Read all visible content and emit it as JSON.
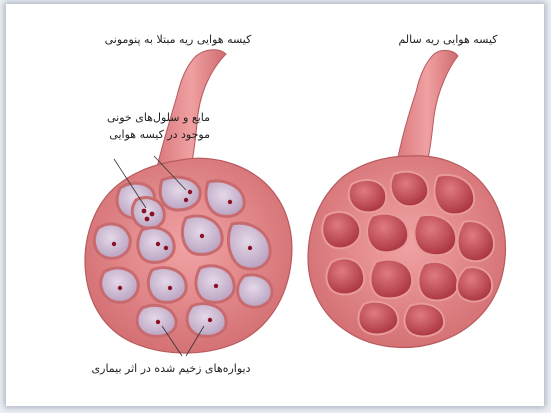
{
  "labels": {
    "diseased_title": "کیسه هوایی ریه مبتلا به پنومونی",
    "healthy_title": "کیسه هوایی ریه سالم",
    "fluid_line1": "مایع و سلول‌های خونی",
    "fluid_line2": "موجود در کیسه هوایی",
    "walls": "دیواره‌های زخیم شده در اثر بیماری"
  },
  "colors": {
    "tissue": "#e78a8c",
    "tissue_dark": "#c4575c",
    "chamber": "#c24a55",
    "fluid": "#c7b6cf",
    "blood_cell": "#8a1026"
  }
}
